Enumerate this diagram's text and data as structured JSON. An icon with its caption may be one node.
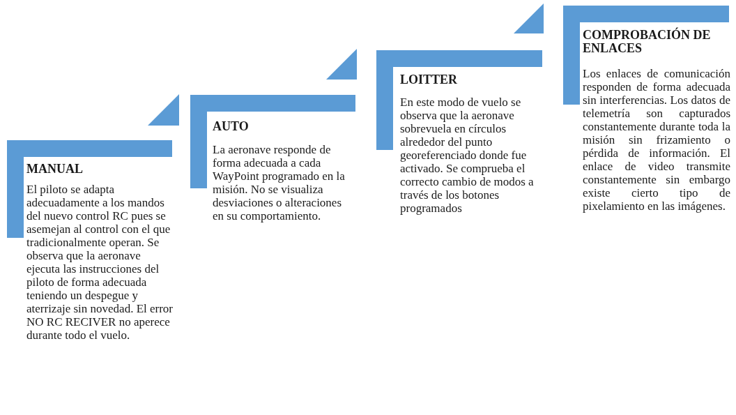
{
  "diagram": {
    "nodes": [
      {
        "text": [
          "MANUAL",
          "El piloto se adapta adecuadamente a los mandos del nuevo control RC pues se asemejan al control con el que tradicionalmente operan. Se observa que la aeronave ejecuta las instrucciones del piloto de forma adecuada teniendo un despegue y aterrizaje sin novedad. El error NO RC RECIVER no aperece durante todo el vuelo."
        ]
      },
      {
        "text": [
          "AUTO",
          "La aeronave responde de forma adecuada a cada WayPoint programado en la misión. No se visualiza desviaciones o alteraciones en su comportamiento."
        ]
      },
      {
        "text": [
          "LOITTER",
          "En este modo de vuelo se observa que la aeronave sobrevuela en círculos alrededor del punto georeferenciado donde fue activado. Se comprueba el correcto cambio de modos a través de los botones programados"
        ]
      },
      {
        "text": [
          "COMPROBACIÓN DE ENLACES",
          "Los enlaces de comunicación responden de forma adecuada sin interferencias. Los datos de telemetría son capturados constantemente durante toda la misión sin frizamiento o pérdida de información. El enlace de video transmite constantemente sin embargo existe cierto tipo de pixelamiento en las imágenes."
        ]
      }
    ]
  }
}
